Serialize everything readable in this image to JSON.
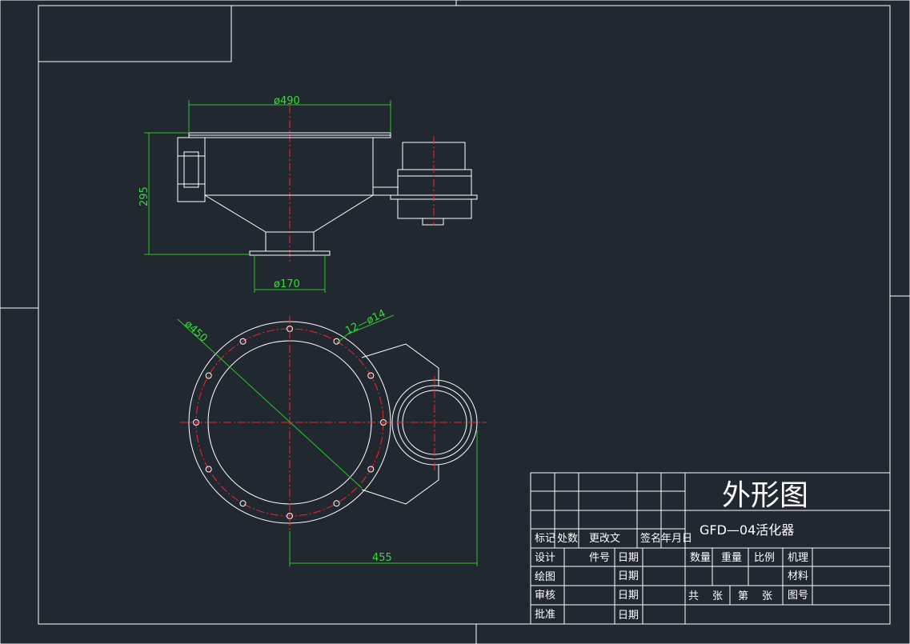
{
  "dimensions": {
    "top_diameter": "ø490",
    "height": "295",
    "outlet_diameter": "ø170",
    "circle_diameter": "ø450",
    "holes": "12—ø14",
    "offset": "455"
  },
  "title_block": {
    "drawing_title": "外形图",
    "model": "GFD—04活化器",
    "row_mark": [
      "标记",
      "处数",
      "更改文",
      "签名",
      "年月日"
    ],
    "design": "设计",
    "part_no": "件号",
    "date": "日期",
    "drafting": "绘图",
    "review": "审核",
    "approve": "批准",
    "quantity": "数量",
    "weight": "重量",
    "scale": "比例",
    "machine": "机理",
    "material": "材料",
    "total": "共",
    "sheets": "张",
    "sheet_no": "第",
    "drawing_no": "图号"
  },
  "colors": {
    "background": "#212830",
    "outline": "#ffffff",
    "dimension": "#22cc22",
    "centerline": "#ff2222"
  }
}
